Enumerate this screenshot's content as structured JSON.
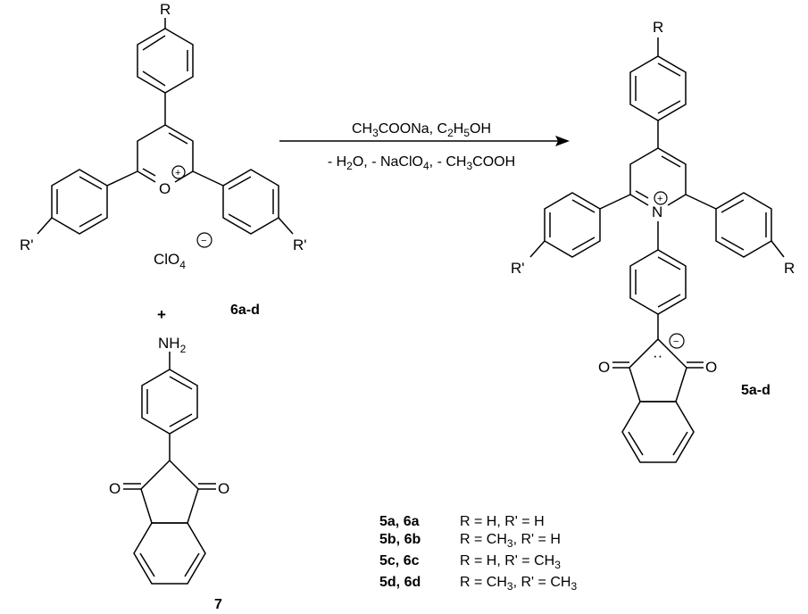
{
  "reactant_pyrylium": {
    "sub_top": "R",
    "sub_left": "R'",
    "sub_right": "R'",
    "ring_atom": "O",
    "charge": "+",
    "counterion_main": "ClO",
    "counterion_sub": "4",
    "counterion_charge": "−",
    "label": "6a-d"
  },
  "plus": "+",
  "reactant_amine": {
    "group_main": "NH",
    "group_sub": "2",
    "carbonyl_left": "O",
    "carbonyl_right": "O",
    "label": "7"
  },
  "conditions": {
    "above": [
      {
        "t": "CH",
        "s": false
      },
      {
        "t": "3",
        "s": true
      },
      {
        "t": "COONa, C",
        "s": false
      },
      {
        "t": "2",
        "s": true
      },
      {
        "t": "H",
        "s": false
      },
      {
        "t": "5",
        "s": true
      },
      {
        "t": "OH",
        "s": false
      }
    ],
    "below": [
      {
        "t": "- H",
        "s": false
      },
      {
        "t": "2",
        "s": true
      },
      {
        "t": "O, - NaClO",
        "s": false
      },
      {
        "t": "4",
        "s": true
      },
      {
        "t": ", - CH",
        "s": false
      },
      {
        "t": "3",
        "s": true
      },
      {
        "t": "COOH",
        "s": false
      }
    ]
  },
  "product": {
    "sub_top": "R",
    "sub_left": "R'",
    "sub_right": "R",
    "ring_atom": "N",
    "charge": "+",
    "carbanion_charge": "−",
    "lone_pair": "··",
    "carbonyl_left": "O",
    "carbonyl_right": "O",
    "label": "5a-d"
  },
  "legend": [
    {
      "compounds": "5a, 6a",
      "definition": [
        {
          "t": "R = H, R' = H",
          "s": false
        }
      ]
    },
    {
      "compounds": "5b, 6b",
      "definition": [
        {
          "t": "R = CH",
          "s": false
        },
        {
          "t": "3",
          "s": true
        },
        {
          "t": ", R' = H",
          "s": false
        }
      ]
    },
    {
      "compounds": "5c, 6c",
      "definition": [
        {
          "t": "R = H, R' = CH",
          "s": false
        },
        {
          "t": "3",
          "s": true
        }
      ]
    },
    {
      "compounds": "5d, 6d",
      "definition": [
        {
          "t": "R = CH",
          "s": false
        },
        {
          "t": "3",
          "s": true
        },
        {
          "t": ", R' = CH",
          "s": false
        },
        {
          "t": "3",
          "s": true
        }
      ]
    }
  ]
}
